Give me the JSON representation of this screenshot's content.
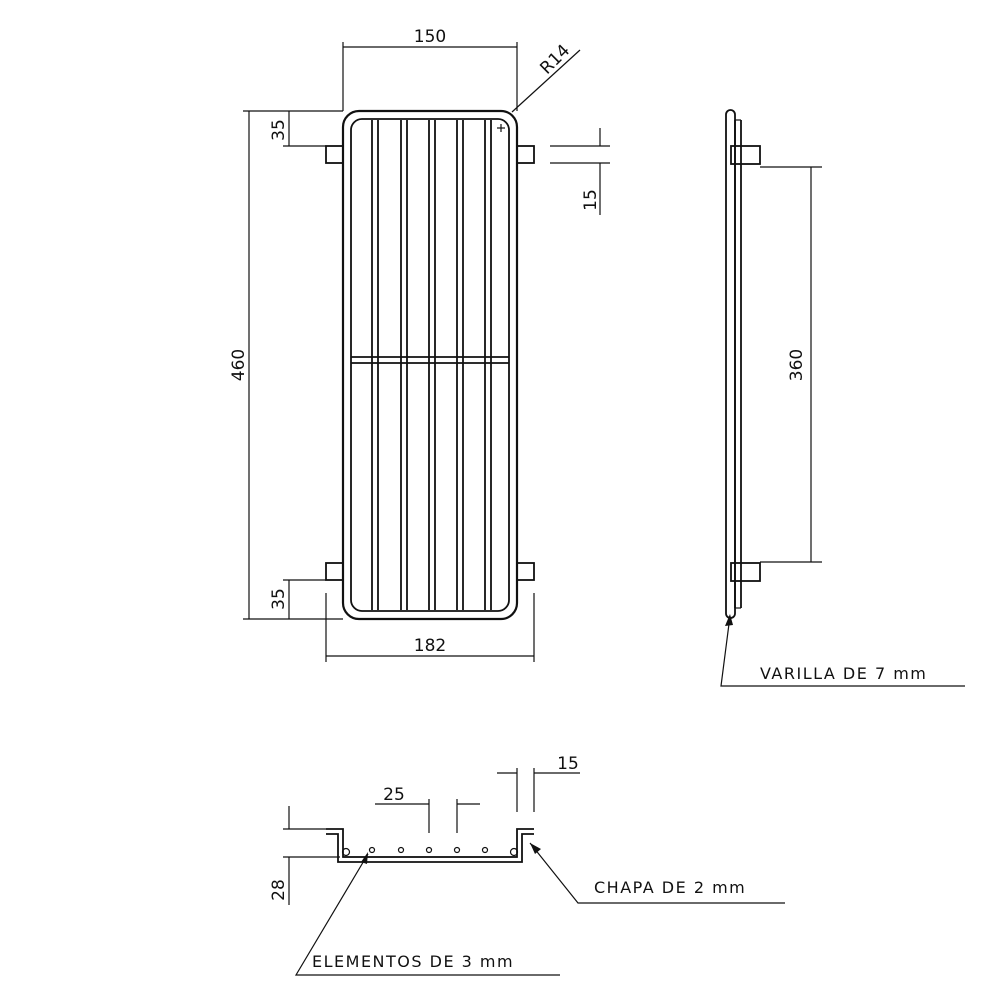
{
  "dimensions": {
    "top_width": "150",
    "radius": "R14",
    "overall_height": "460",
    "top_offset": "35",
    "bottom_offset": "35",
    "tab_height": "15",
    "bottom_width": "182",
    "side_span": "360",
    "section_spacing": "25",
    "section_tab": "15",
    "section_depth": "28"
  },
  "notes": {
    "rod": "VARILLA  DE  7  mm",
    "sheet": "CHAPA  DE  2  mm",
    "elements": "ELEMENTOS  DE  3  mm"
  }
}
